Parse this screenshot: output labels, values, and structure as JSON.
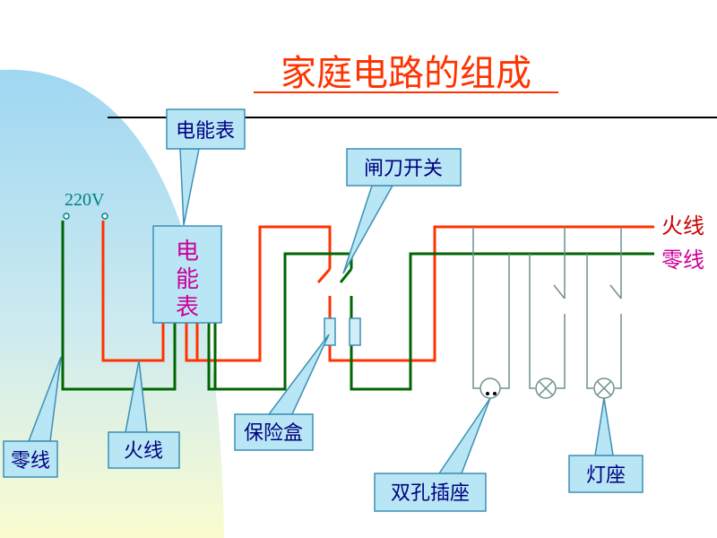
{
  "title": "家庭电路的组成",
  "supply": {
    "voltage": "220V"
  },
  "labels": {
    "meter_callout": "电能表",
    "meter_box": [
      "电",
      "能",
      "表"
    ],
    "knife_switch": "闸刀开关",
    "live_wire_right": "火线",
    "neutral_wire_right": "零线",
    "fuse_box": "保险盒",
    "neutral_wire_left": "零线",
    "live_wire_left": "火线",
    "socket": "双孔插座",
    "lamp_holder": "灯座"
  },
  "colors": {
    "title": "#ff3300",
    "live_wire": "#ff3300",
    "neutral_wire": "#006600",
    "callout_fill": "#b9e6f5",
    "callout_border": "#3c8fb5",
    "callout_text": "#000080",
    "meter_text": "#cc0099",
    "supply_text": "#008080",
    "live_label": "#cc0000",
    "neutral_label": "#cc0099",
    "branch_wire": "#6f8f8f",
    "background_glow": "#9fd7f2",
    "background_light": "#fbfcd0"
  }
}
